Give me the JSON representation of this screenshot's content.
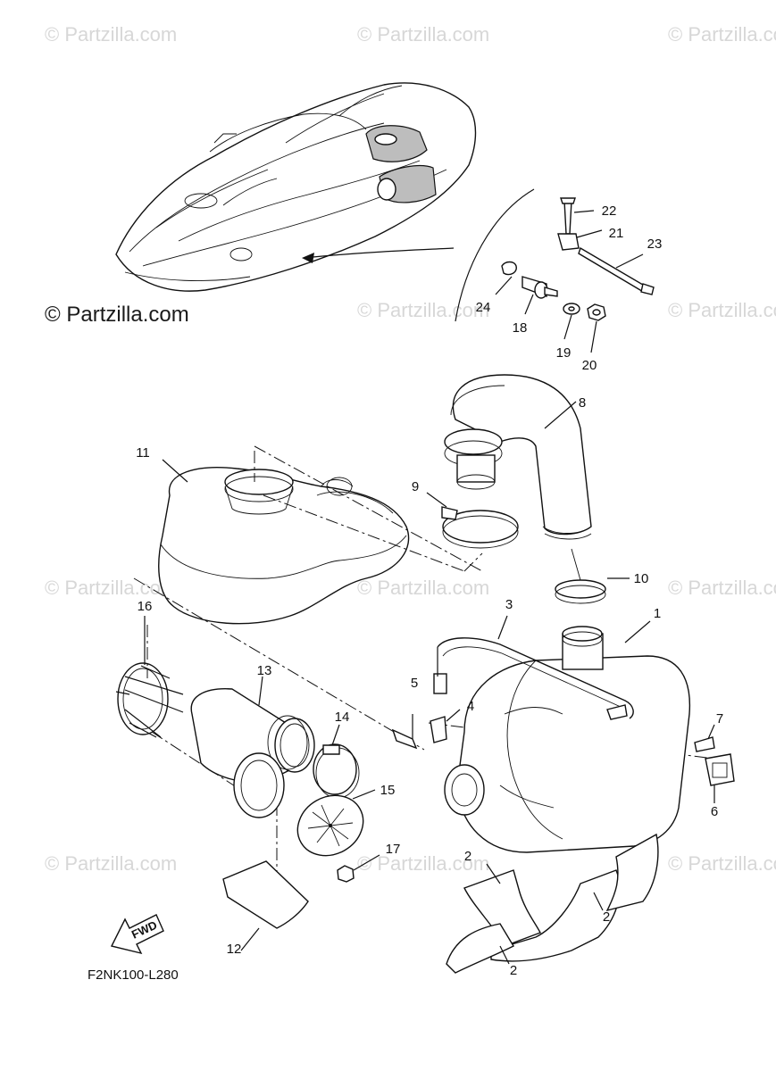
{
  "watermark": {
    "text": "© Partzilla.com",
    "main_text": "© Partzilla.com"
  },
  "diagram_code": "F2NK100-L280",
  "fwd_label": "FWD",
  "callouts": [
    {
      "id": "1",
      "label": "1"
    },
    {
      "id": "2a",
      "label": "2"
    },
    {
      "id": "2b",
      "label": "2"
    },
    {
      "id": "2c",
      "label": "2"
    },
    {
      "id": "3",
      "label": "3"
    },
    {
      "id": "4",
      "label": "4"
    },
    {
      "id": "5",
      "label": "5"
    },
    {
      "id": "6",
      "label": "6"
    },
    {
      "id": "7",
      "label": "7"
    },
    {
      "id": "8",
      "label": "8"
    },
    {
      "id": "9",
      "label": "9"
    },
    {
      "id": "10",
      "label": "10"
    },
    {
      "id": "11",
      "label": "11"
    },
    {
      "id": "12",
      "label": "12"
    },
    {
      "id": "13",
      "label": "13"
    },
    {
      "id": "14",
      "label": "14"
    },
    {
      "id": "15",
      "label": "15"
    },
    {
      "id": "16",
      "label": "16"
    },
    {
      "id": "17",
      "label": "17"
    },
    {
      "id": "18",
      "label": "18"
    },
    {
      "id": "19",
      "label": "19"
    },
    {
      "id": "20",
      "label": "20"
    },
    {
      "id": "21",
      "label": "21"
    },
    {
      "id": "22",
      "label": "22"
    },
    {
      "id": "23",
      "label": "23"
    },
    {
      "id": "24",
      "label": "24"
    }
  ]
}
